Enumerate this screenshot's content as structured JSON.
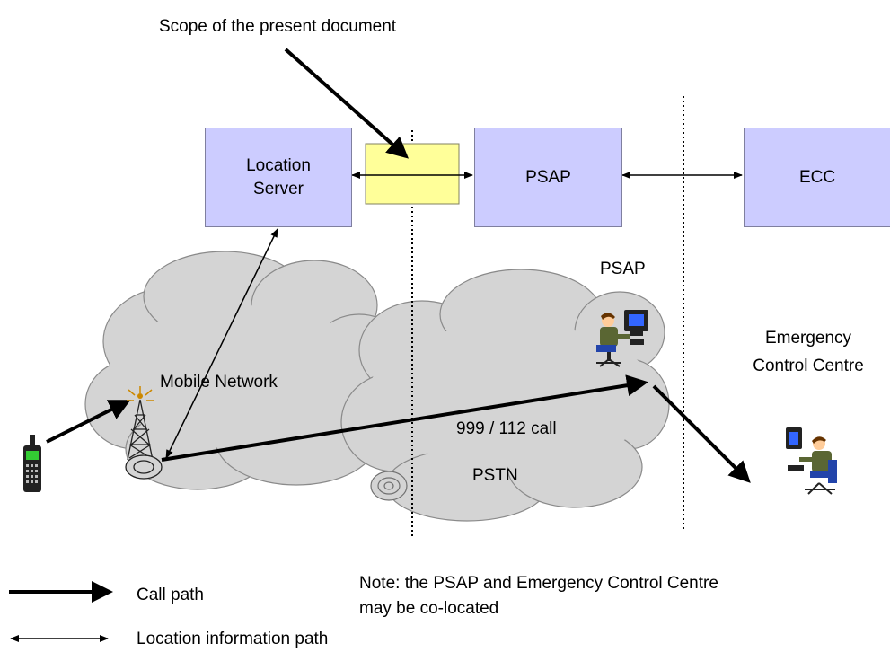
{
  "labels": {
    "scope": "Scope of the present document",
    "location_server": "Location\nServer",
    "psap_box": "PSAP",
    "ecc_box": "ECC",
    "psap": "PSAP",
    "emergency_control_centre": "Emergency\nControl Centre",
    "mobile_network": "Mobile Network",
    "call": "999 / 112 call",
    "pstn": "PSTN",
    "note": "Note: the PSAP and Emergency Control Centre\nmay be co-located"
  },
  "legend": {
    "call_path": "Call path",
    "location_path": "Location information path"
  },
  "colors": {
    "box_fill": "#ccccff",
    "scope_box_fill": "#ffff99",
    "cloud_fill": "#d4d4d4"
  }
}
